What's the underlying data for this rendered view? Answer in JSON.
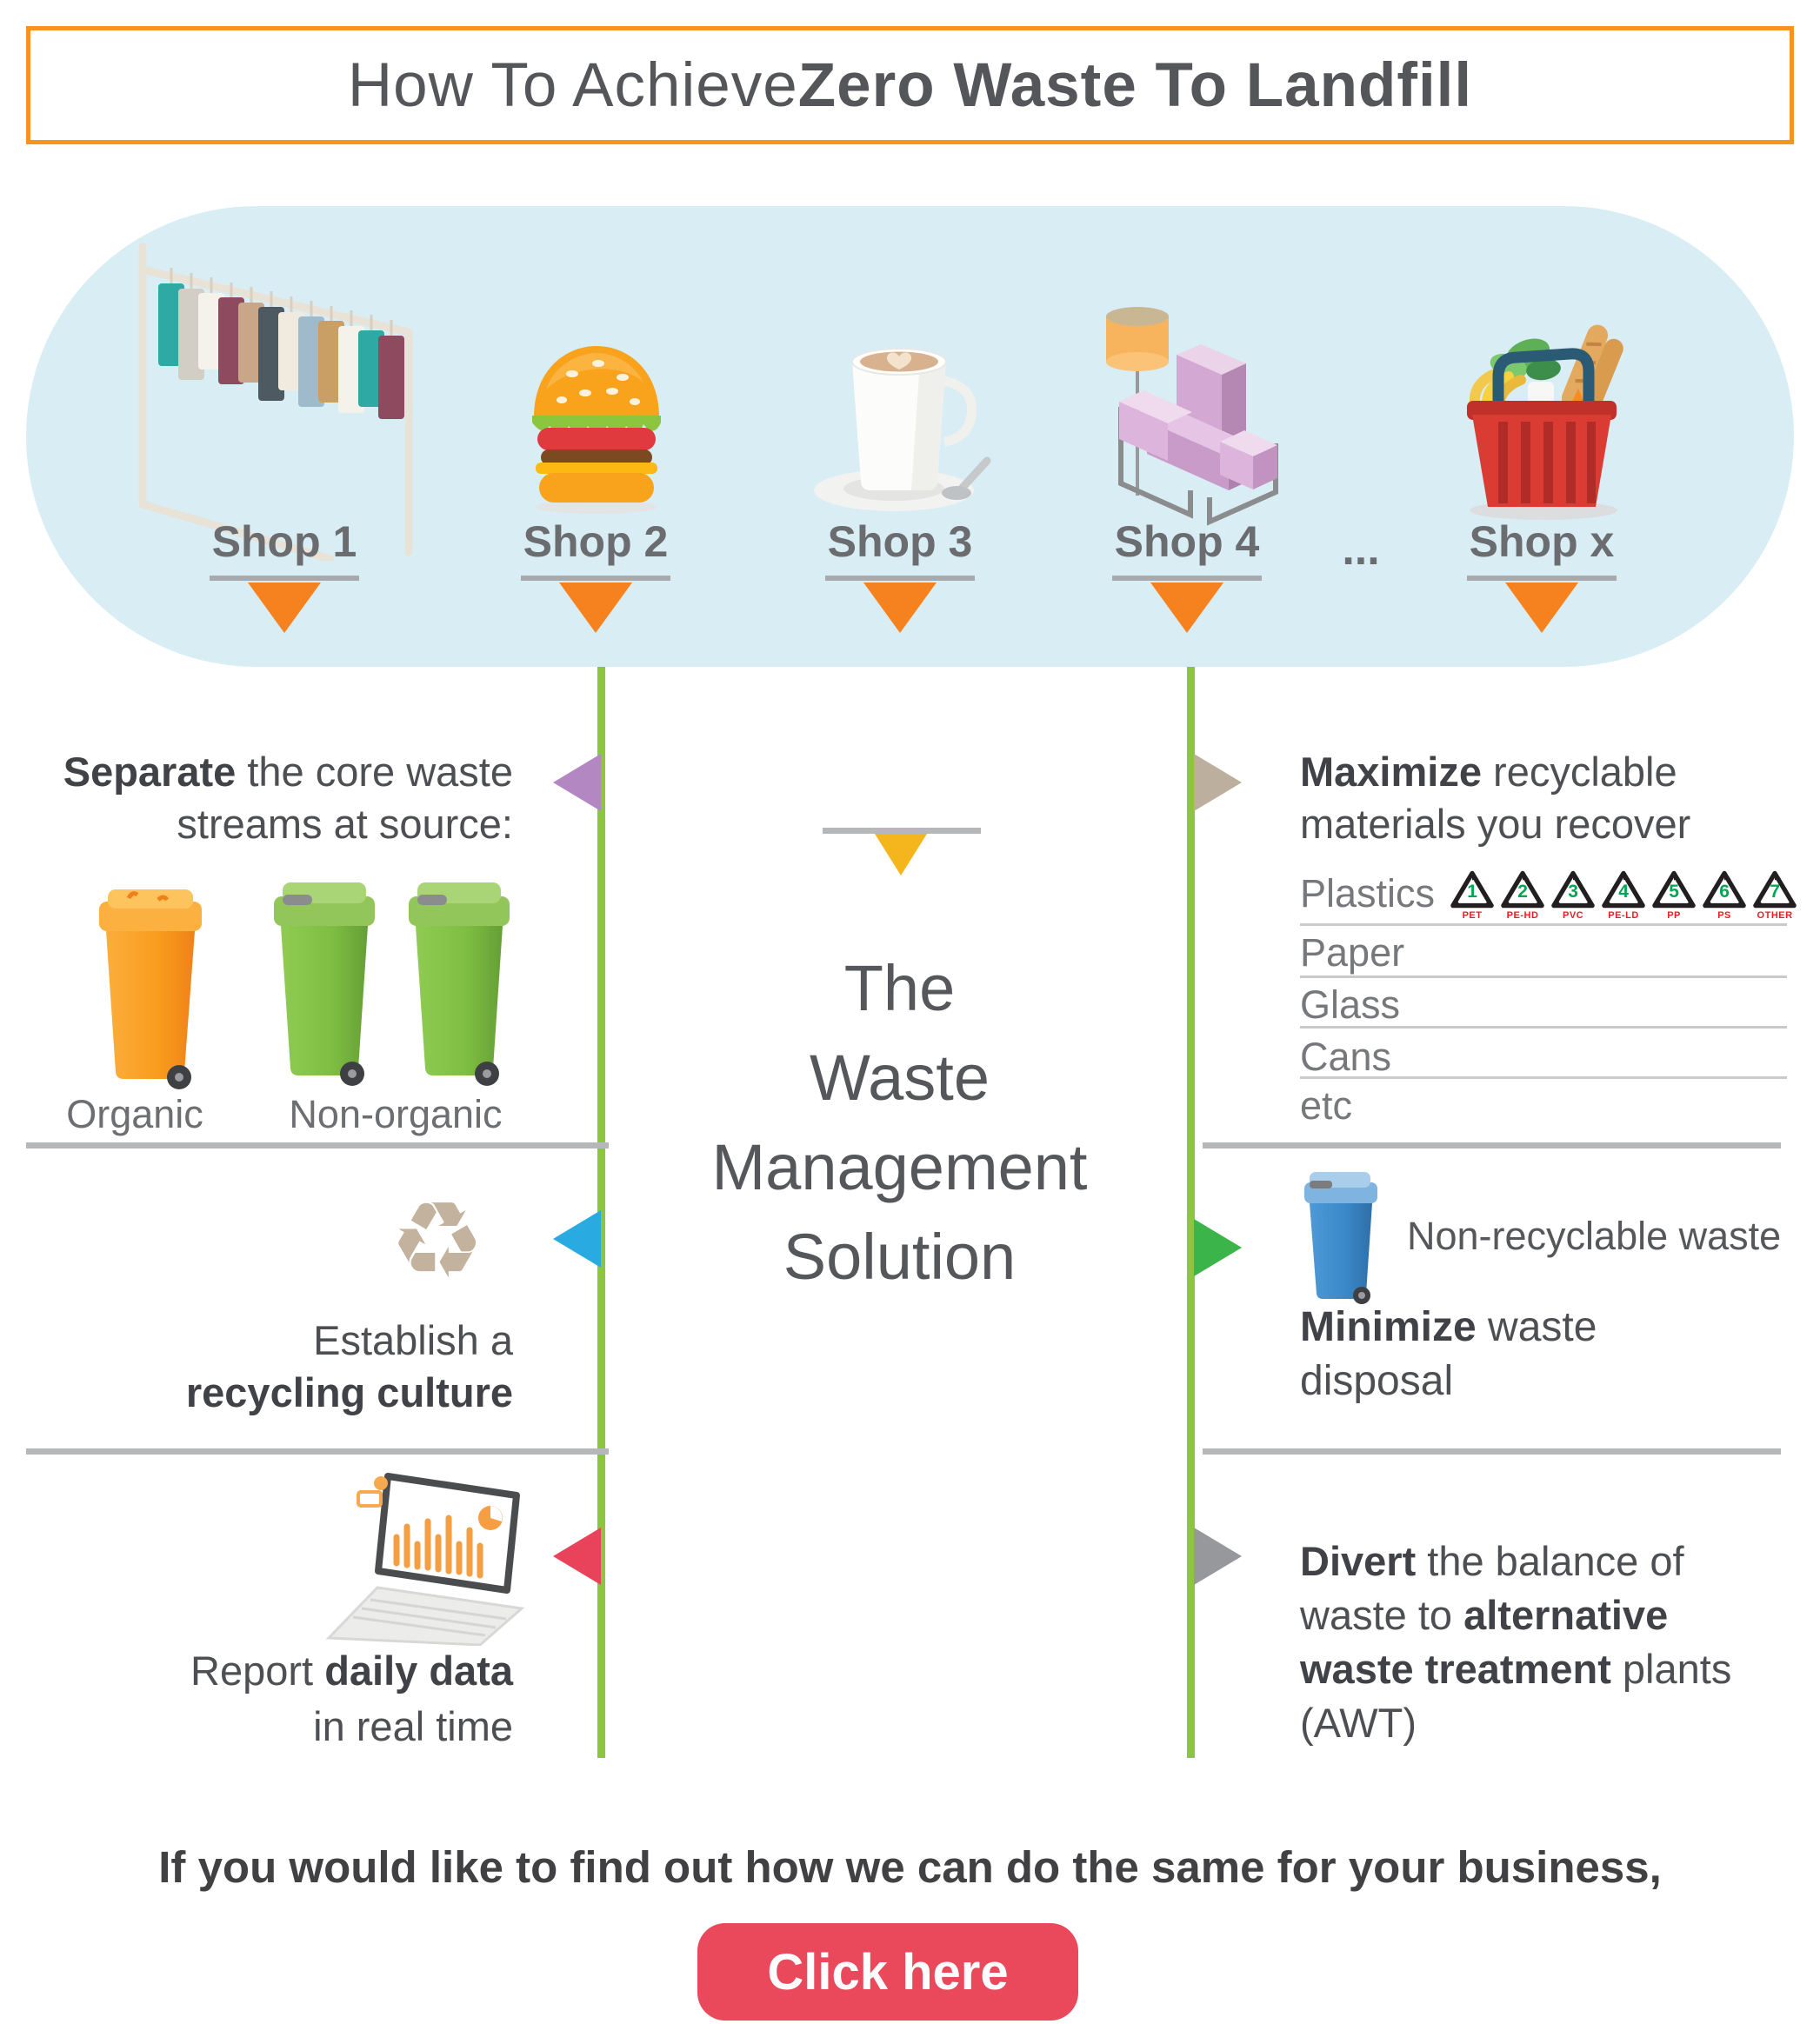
{
  "title": {
    "prefix": "How To Achieve ",
    "emphasis": "Zero Waste To Landfill"
  },
  "shops": {
    "items": [
      {
        "label": "Shop 1",
        "icon": "clothes-rack"
      },
      {
        "label": "Shop 2",
        "icon": "burger"
      },
      {
        "label": "Shop 3",
        "icon": "coffee-cup"
      },
      {
        "label": "Shop 4",
        "icon": "armchair-lamp"
      },
      {
        "label": "Shop x",
        "icon": "grocery-basket"
      }
    ],
    "ellipsis": "..."
  },
  "center": {
    "line1": "The",
    "line2": "Waste",
    "line3": "Management",
    "line4": "Solution"
  },
  "left": {
    "separate": {
      "bold": "Separate",
      "rest": " the core waste",
      "line2": "streams at source:",
      "bin_labels": {
        "organic": "Organic",
        "non_organic": "Non-organic"
      }
    },
    "recycling": {
      "line1": "Establish a",
      "line2_bold": "recycling culture"
    },
    "report": {
      "pre": "Report ",
      "bold": "daily data",
      "line2": "in real time"
    }
  },
  "right": {
    "maximize": {
      "bold": "Maximize",
      "rest": " recyclable",
      "line2": "materials you recover",
      "plastics_label": "Plastics",
      "plastic_codes": [
        {
          "num": "1",
          "code": "PET"
        },
        {
          "num": "2",
          "code": "PE-HD"
        },
        {
          "num": "3",
          "code": "PVC"
        },
        {
          "num": "4",
          "code": "PE-LD"
        },
        {
          "num": "5",
          "code": "PP"
        },
        {
          "num": "6",
          "code": "PS"
        },
        {
          "num": "7",
          "code": "OTHER"
        }
      ],
      "materials": [
        "Paper",
        "Glass",
        "Cans",
        "etc"
      ]
    },
    "minimize": {
      "bin_caption": "Non-recyclable waste",
      "bold": "Minimize",
      "rest": " waste",
      "line2": "disposal"
    },
    "divert": {
      "l1_bold": "Divert",
      "l1_rest": " the balance of",
      "l2_pre": "waste to ",
      "l2_bold": "alternative",
      "l3_bold": "waste treatment",
      "l3_rest": " plants",
      "l4": "(AWT)"
    }
  },
  "footer": {
    "message": "If you would like to find out how we can do the same for your business,",
    "button_label": "Click here"
  },
  "colors": {
    "accent_orange": "#F5941F",
    "pill_background": "#D9EDF4",
    "timeline_green": "#8CC63F",
    "arrow_purple": "#B287C2",
    "arrow_tan": "#BDAF9E",
    "arrow_blue": "#29ABE2",
    "arrow_green": "#3BB54A",
    "arrow_red": "#E8435A",
    "arrow_gray": "#96989B",
    "funnel_yellow": "#F5B51C",
    "button_red": "#E9495A",
    "text_dark": "#4D4F53",
    "symbol_number_green": "#00A651",
    "symbol_code_red": "#EC1C24",
    "organic_bin_orange": "#F89C1C",
    "non_organic_bin_green": "#7EBD42",
    "non_recyclable_bin_blue": "#3A87C8"
  }
}
